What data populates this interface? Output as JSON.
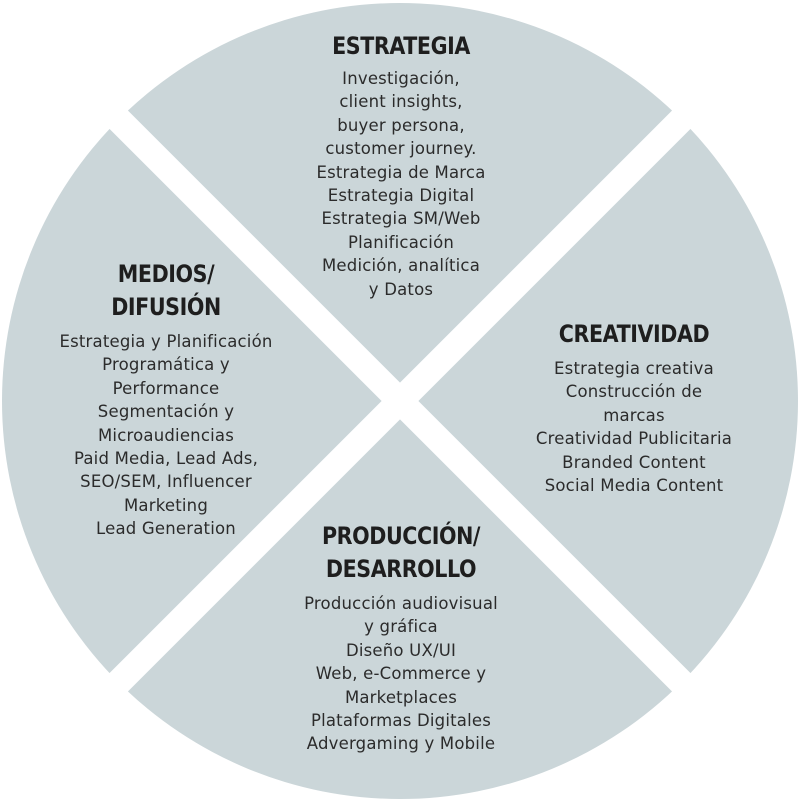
{
  "diagram": {
    "colors": {
      "fill": "#cbd6d9",
      "divider": "#ffffff",
      "title": "#1e1e1e",
      "text": "#2b2b2b"
    },
    "quadrants": {
      "top": {
        "title": [
          "ESTRATEGIA"
        ],
        "items": [
          "Investigación,",
          "client insights,",
          "buyer persona,",
          "customer journey.",
          "Estrategia de Marca",
          "Estrategia Digital",
          "Estrategia SM/Web",
          "Planificación",
          "Medición, analítica",
          "y Datos"
        ]
      },
      "left": {
        "title": [
          "MEDIOS/",
          "DIFUSIÓN"
        ],
        "items": [
          "Estrategia y Planificación",
          "Programática y",
          "Performance",
          "Segmentación y",
          "Microaudiencias",
          "Paid Media, Lead Ads,",
          "SEO/SEM, Influencer",
          "Marketing",
          "Lead Generation"
        ]
      },
      "right": {
        "title": [
          "CREATIVIDAD"
        ],
        "items": [
          "Estrategia creativa",
          "Construcción de",
          "marcas",
          "Creatividad Publicitaria",
          "Branded Content",
          "Social Media Content"
        ]
      },
      "bottom": {
        "title": [
          "PRODUCCIÓN/",
          "DESARROLLO"
        ],
        "items": [
          "Producción audiovisual",
          "y gráfica",
          "Diseño UX/UI",
          "Web, e-Commerce y",
          "Marketplaces",
          "Plataformas Digitales",
          "Advergaming y Mobile"
        ]
      }
    }
  }
}
